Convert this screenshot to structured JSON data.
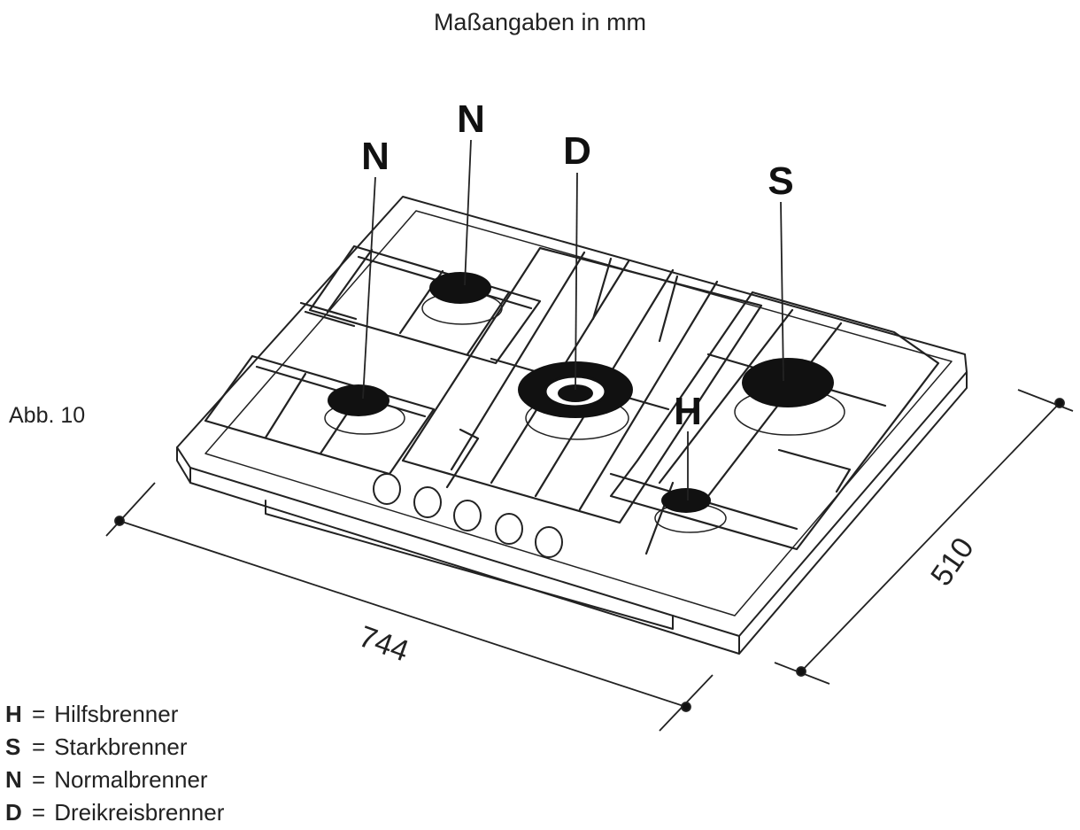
{
  "title": "Maßangaben in mm",
  "figure_label": "Abb. 10",
  "dimensions": {
    "width": "744",
    "depth": "510"
  },
  "burner_labels": {
    "n_left": "N",
    "n_top": "N",
    "d_center": "D",
    "s_right": "S",
    "h_front": "H"
  },
  "legend": [
    {
      "key": "H",
      "text": "Hilfsbrenner"
    },
    {
      "key": "S",
      "text": "Starkbrenner"
    },
    {
      "key": "N",
      "text": "Normalbrenner"
    },
    {
      "key": "D",
      "text": "Dreikreisbrenner"
    }
  ],
  "colors": {
    "line": "#222222",
    "burner": "#111111",
    "background": "#ffffff"
  }
}
